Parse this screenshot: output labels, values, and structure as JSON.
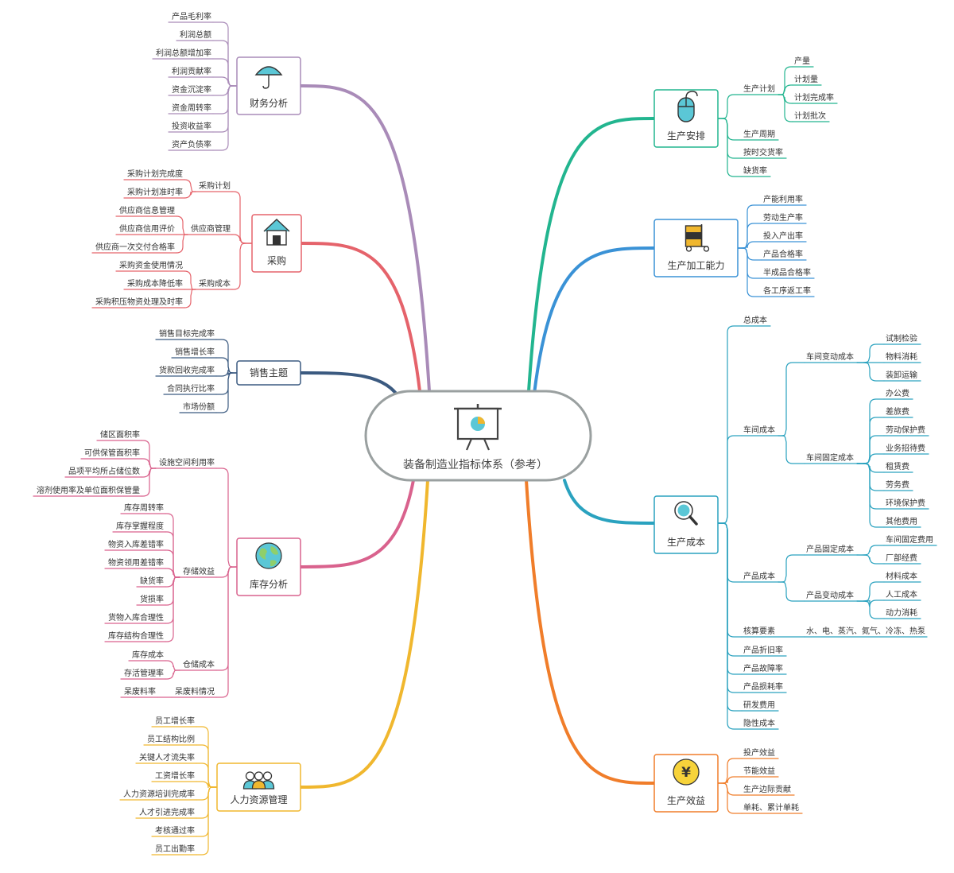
{
  "center": {
    "title": "装备制造业指标体系（参考）"
  },
  "colors": {
    "finance": "#a98bb8",
    "purchase": "#e5636b",
    "sales": "#3b5a80",
    "inventory": "#d9628d",
    "hr": "#f0b72e",
    "arrange": "#22b58f",
    "capacity": "#3a92d6",
    "cost": "#2aa2bf",
    "benefit": "#f07d2a",
    "center_border": "#9aa0a0"
  },
  "left": [
    {
      "key": "finance",
      "title": "财务分析",
      "icon": "umbrella-icon",
      "leaves": [
        "产品毛利率",
        "利润总额",
        "利润总额增加率",
        "利润贡献率",
        "资金沉淀率",
        "资金周转率",
        "投资收益率",
        "资产负债率"
      ]
    },
    {
      "key": "purchase",
      "title": "采购",
      "icon": "house-icon",
      "groups": [
        {
          "title": "采购计划",
          "leaves": [
            "采购计划完成度",
            "采购计划准时率"
          ]
        },
        {
          "title": "供应商管理",
          "leaves": [
            "供应商信息管理",
            "供应商信用评价",
            "供应商一次交付合格率"
          ]
        },
        {
          "title": "采购成本",
          "leaves": [
            "采购资金使用情况",
            "采购成本降低率",
            "采购积压物资处理及时率"
          ]
        }
      ]
    },
    {
      "key": "sales",
      "title": "销售主题",
      "icon": "",
      "leaves": [
        "销售目标完成率",
        "销售增长率",
        "货款回收完成率",
        "合同执行比率",
        "市场份额"
      ]
    },
    {
      "key": "inventory",
      "title": "库存分析",
      "icon": "globe-icon",
      "groups": [
        {
          "title": "设施空间利用率",
          "leaves": [
            "储区面积率",
            "可供保管面积率",
            "品项平均所占储位数",
            "溶剂使用率及单位面积保管量"
          ]
        },
        {
          "title": "存储效益",
          "leaves": [
            "库存周转率",
            "库存掌握程度",
            "物资入库差错率",
            "物资领用差错率",
            "缺货率",
            "货损率",
            "货物入库合理性",
            "库存结构合理性"
          ]
        },
        {
          "title": "仓储成本",
          "leaves": [
            "库存成本",
            "存活管理率"
          ]
        },
        {
          "title": "呆废料情况",
          "leaves": [
            "呆废料率"
          ]
        }
      ]
    },
    {
      "key": "hr",
      "title": "人力资源管理",
      "icon": "people-icon",
      "leaves": [
        "员工增长率",
        "员工结构比例",
        "关键人才流失率",
        "工资增长率",
        "人力资源培训完成率",
        "人才引进完成率",
        "考核通过率",
        "员工出勤率"
      ]
    }
  ],
  "right": [
    {
      "key": "arrange",
      "title": "生产安排",
      "icon": "mouse-icon",
      "groups": [
        {
          "title": "生产计划",
          "leaves": [
            "产量",
            "计划量",
            "计划完成率",
            "计划批次"
          ]
        },
        {
          "title": "生产周期",
          "leaves": []
        },
        {
          "title": "按时交货率",
          "leaves": []
        },
        {
          "title": "缺货率",
          "leaves": []
        }
      ]
    },
    {
      "key": "capacity",
      "title": "生产加工能力",
      "icon": "machine-icon",
      "leaves": [
        "产能利用率",
        "劳动生产率",
        "投入产出率",
        "产品合格率",
        "半成品合格率",
        "各工序返工率"
      ]
    },
    {
      "key": "cost",
      "title": "生产成本",
      "icon": "magnifier-icon",
      "groups": [
        {
          "title": "总成本",
          "subs": []
        },
        {
          "title": "车间成本",
          "subs": [
            {
              "title": "车间变动成本",
              "leaves": [
                "试制检验",
                "物料消耗",
                "装卸运输"
              ]
            },
            {
              "title": "车间固定成本",
              "leaves": [
                "办公费",
                "差旅费",
                "劳动保护费",
                "业务招待费",
                "租赁费",
                "劳务费",
                "环境保护费",
                "其他费用"
              ]
            }
          ]
        },
        {
          "title": "产品成本",
          "subs": [
            {
              "title": "产品固定成本",
              "leaves": [
                "车间固定费用",
                "厂部经费"
              ]
            },
            {
              "title": "产品变动成本",
              "leaves": [
                "材料成本",
                "人工成本",
                "动力消耗"
              ]
            }
          ]
        },
        {
          "title": "核算要素",
          "note": "水、电、蒸汽、氮气、冷冻、热泵",
          "subs": []
        },
        {
          "title": "产品折旧率",
          "subs": []
        },
        {
          "title": "产品故障率",
          "subs": []
        },
        {
          "title": "产品损耗率",
          "subs": []
        },
        {
          "title": "研发费用",
          "subs": []
        },
        {
          "title": "隐性成本",
          "subs": []
        }
      ]
    },
    {
      "key": "benefit",
      "title": "生产效益",
      "icon": "yen-icon",
      "leaves": [
        "投产效益",
        "节能效益",
        "生产边际贡献",
        "单耗、累计单耗"
      ]
    }
  ]
}
